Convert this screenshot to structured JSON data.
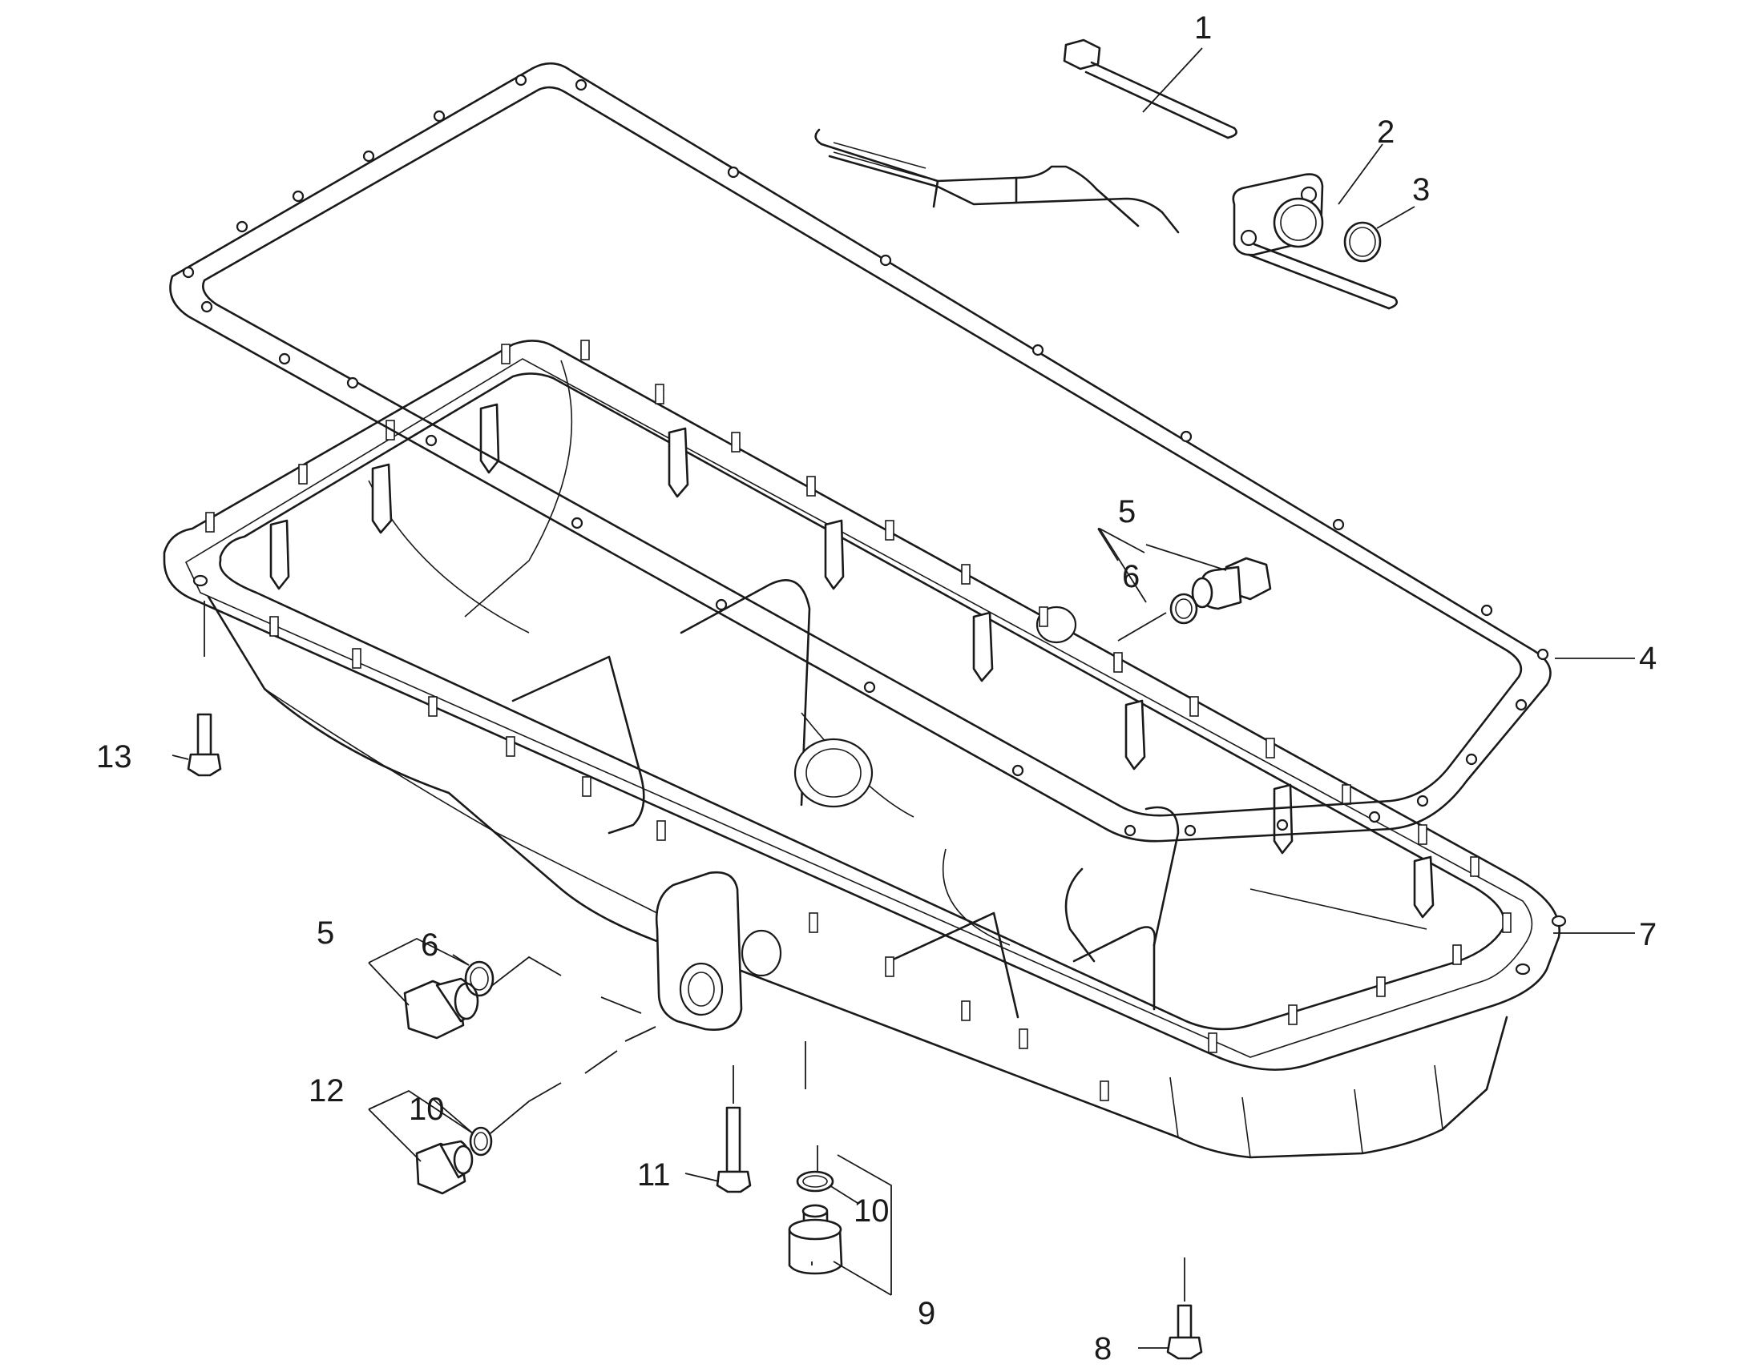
{
  "diagram": {
    "callouts": {
      "c1": "1",
      "c2": "2",
      "c3": "3",
      "c4": "4",
      "c5a": "5",
      "c6a": "6",
      "c5b": "5",
      "c6b": "6",
      "c7": "7",
      "c8": "8",
      "c9": "9",
      "c10a": "10",
      "c10b": "10",
      "c11": "11",
      "c12": "12",
      "c13": "13"
    }
  }
}
